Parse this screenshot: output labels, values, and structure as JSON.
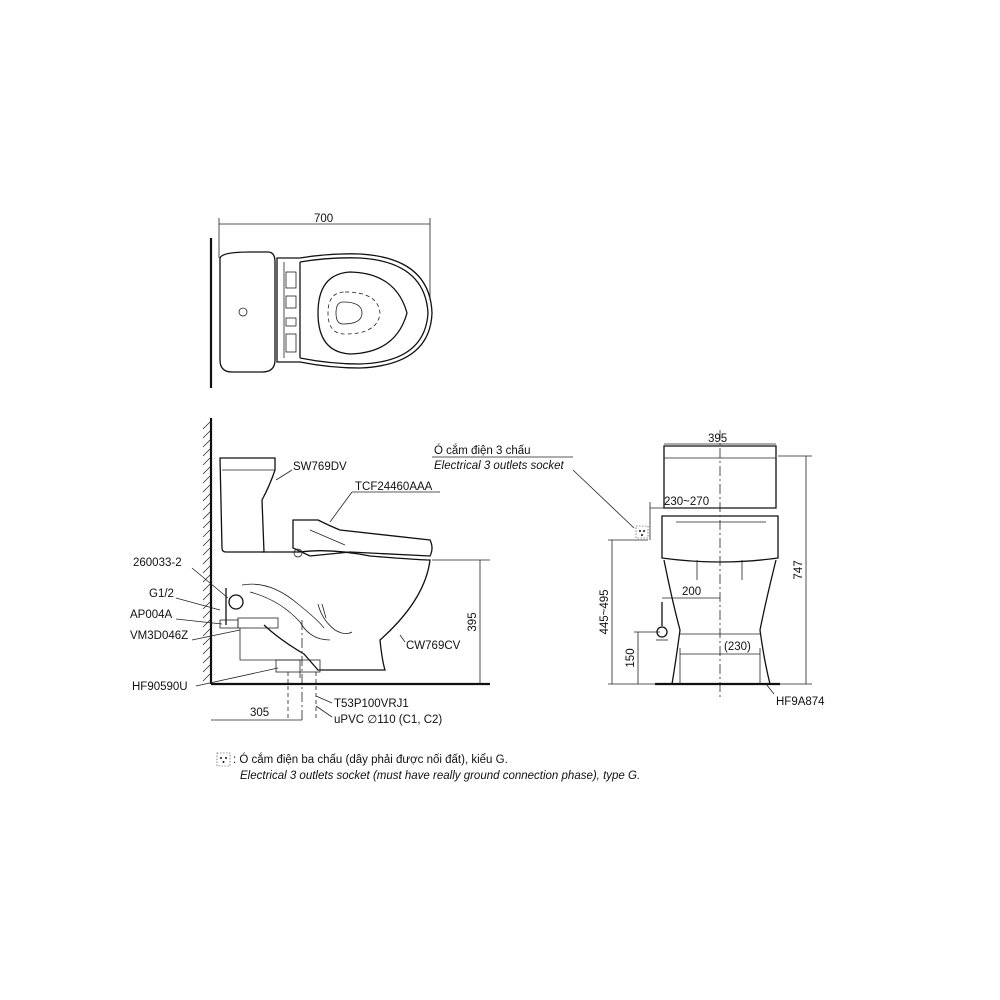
{
  "top_view": {
    "width_dim": "700"
  },
  "side_view": {
    "part_labels": {
      "tank": "SW769DV",
      "seat": "TCF24460AAA",
      "bowl": "CW769CV",
      "valve": "260033-2",
      "thread": "G1/2",
      "hose": "AP004A",
      "stop_valve": "VM3D046Z",
      "flange": "HF90590U",
      "pipe_fitting": "T53P100VRJ1",
      "pipe": "uPVC ∅110 (C1, C2)"
    },
    "dims": {
      "bowl_height": "395",
      "rough_in": "305"
    }
  },
  "front_view": {
    "socket_label_vi": "Ó cắm điện 3 chấu",
    "socket_label_en": "Electrical 3 outlets socket",
    "dims": {
      "width": "395",
      "socket_offset": "230~270",
      "socket_height": "445~495",
      "total_height": "747",
      "supply_offset": "200",
      "supply_height": "150",
      "base_width": "(230)"
    },
    "part_labels": {
      "fixing": "HF9A874"
    }
  },
  "note": {
    "vi": ": Ó cắm điện ba chấu (dây phải được nối đất), kiểu G.",
    "en": "Electrical 3 outlets socket (must have really ground connection phase), type G."
  }
}
